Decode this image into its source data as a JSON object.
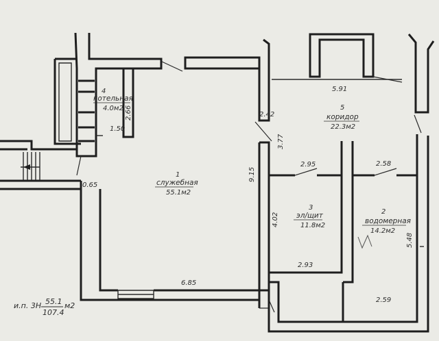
{
  "rooms": [
    {
      "number": "1",
      "name": "служебная",
      "area": "55.1м2"
    },
    {
      "number": "2",
      "name": "водомерная",
      "area": "14.2м2"
    },
    {
      "number": "3",
      "name": "эл/щит",
      "area": "11.8м2"
    },
    {
      "number": "4",
      "name": "котельная",
      "area": "4.0м2"
    },
    {
      "number": "5",
      "name": "коридор",
      "area": "22.3м2"
    }
  ],
  "dimensions": {
    "d_5_91": "5.91",
    "d_2_42": "2.42",
    "d_3_77": "3.77",
    "d_2_66": "2.66",
    "d_1_50": "1.50",
    "d_2_95": "2.95",
    "d_2_58": "2.58",
    "d_9_15": "9.15",
    "d_0_65": "0.65",
    "d_4_02": "4.02",
    "d_5_48": "5.48",
    "d_2_93": "2.93",
    "d_6_85": "6.85",
    "d_2_59": "2.59"
  },
  "summary": {
    "prefix": "и.п. 3Н",
    "numerator": "55.1",
    "denominator": "107.4",
    "unit": "м2"
  }
}
